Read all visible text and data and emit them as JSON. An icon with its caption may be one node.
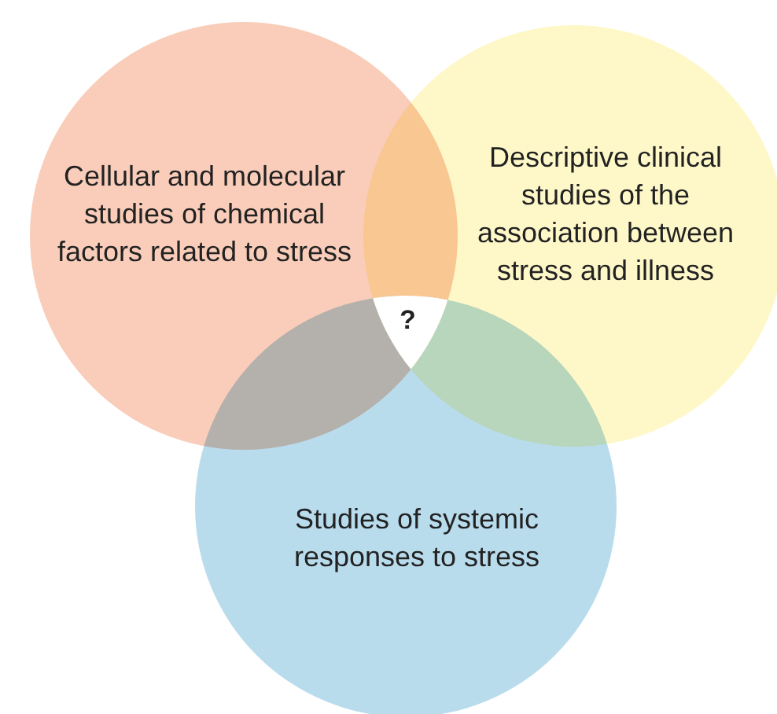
{
  "diagram": {
    "nodes": [
      {
        "text": [
          "Cellular and molecular studies of chemical factors related to stress"
        ]
      },
      {
        "text": [
          "Descriptive clinical studies of the association between stress and illness"
        ]
      },
      {
        "text": [
          "Studies of systemic responses to stress"
        ]
      }
    ],
    "labels": [
      "?"
    ]
  }
}
